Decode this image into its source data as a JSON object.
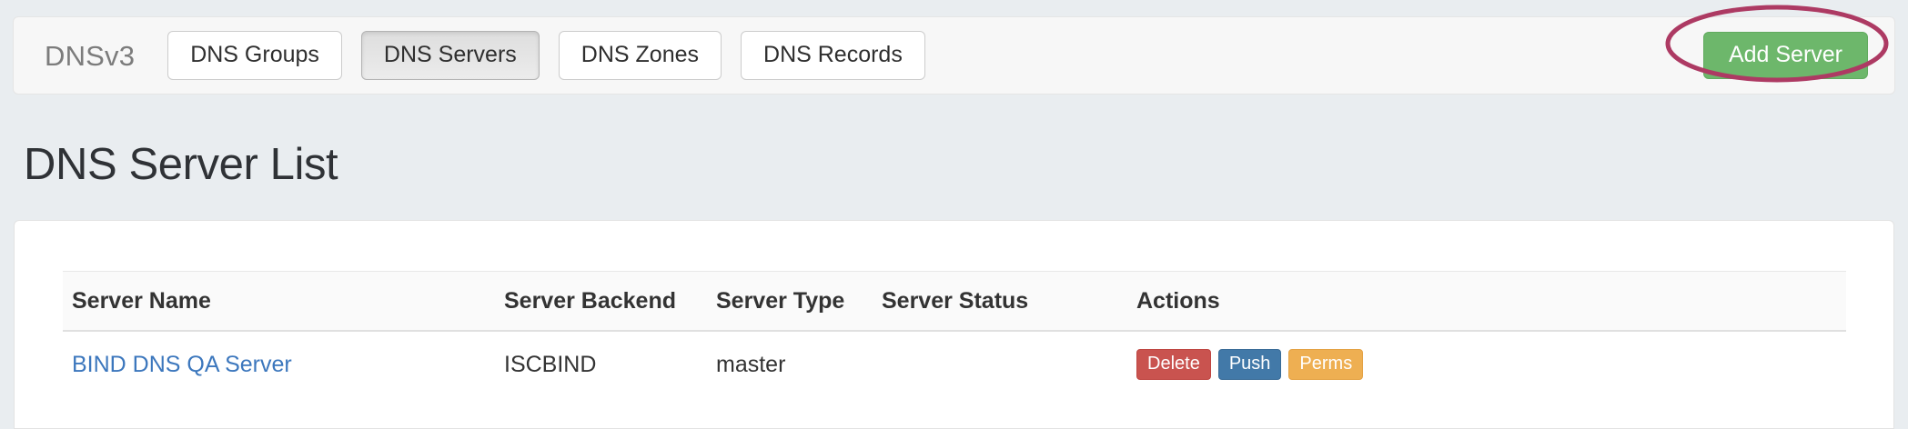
{
  "navbar": {
    "brand": "DNSv3",
    "items": [
      {
        "label": "DNS Groups",
        "active": false
      },
      {
        "label": "DNS Servers",
        "active": true
      },
      {
        "label": "DNS Zones",
        "active": false
      },
      {
        "label": "DNS Records",
        "active": false
      }
    ],
    "add_button": "Add Server"
  },
  "page": {
    "title": "DNS Server List"
  },
  "table": {
    "columns": [
      "Server Name",
      "Server Backend",
      "Server Type",
      "Server Status",
      "Actions"
    ],
    "rows": [
      {
        "name": "BIND DNS QA Server",
        "backend": "ISCBIND",
        "type": "master",
        "status": "",
        "actions": [
          "Delete",
          "Push",
          "Perms"
        ]
      }
    ]
  },
  "annotation": {
    "shape": "ellipse-highlight",
    "target": "Add Server",
    "color": "#ad3a63"
  },
  "colors": {
    "page_background": "#e9edf0",
    "navbar_background": "#f7f7f7",
    "brand_text": "#7c7c7c",
    "add_button": "#6db76b",
    "link": "#3c77bd",
    "delete_button": "#c9534f",
    "push_button": "#4279a8",
    "perms_button": "#eeaf52",
    "annotation_stroke": "#ad3a63"
  }
}
